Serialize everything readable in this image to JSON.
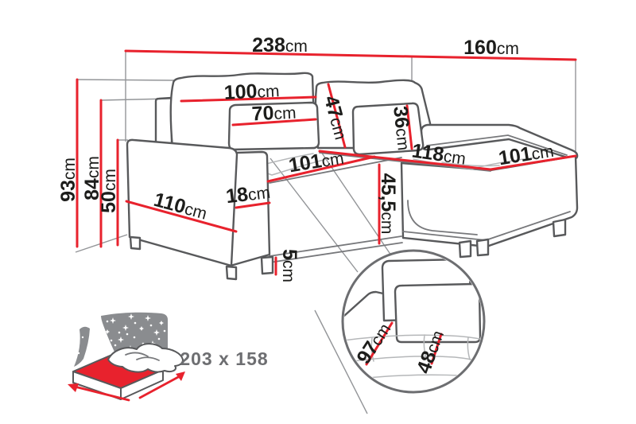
{
  "diagram": {
    "title": "corner-sofa-dimensions",
    "unit": "cm",
    "colors": {
      "dimension_line": "#e8222d",
      "outline": "#58595b",
      "helper_line": "#939598",
      "label_text": "#1d1d1b",
      "canopy_gray": "#8a8c8f",
      "sleeping_text": "#6d6e71",
      "background": "#ffffff"
    },
    "dimensions": {
      "total_width": {
        "value": "238",
        "unit": "cm"
      },
      "chaise_length": {
        "value": "160",
        "unit": "cm"
      },
      "back_cushion_width": {
        "value": "100",
        "unit": "cm"
      },
      "pillow_width": {
        "value": "70",
        "unit": "cm"
      },
      "back_cushion_height": {
        "value": "47",
        "unit": "cm"
      },
      "side_pillow_height": {
        "value": "36",
        "unit": "cm"
      },
      "chaise_seat_length": {
        "value": "118",
        "unit": "cm"
      },
      "chaise_width": {
        "value": "101",
        "unit": "cm"
      },
      "seat_width": {
        "value": "101",
        "unit": "cm"
      },
      "armrest_width": {
        "value": "18",
        "unit": "cm"
      },
      "armrest_depth": {
        "value": "110",
        "unit": "cm"
      },
      "total_height": {
        "value": "93",
        "unit": "cm"
      },
      "back_height": {
        "value": "84",
        "unit": "cm"
      },
      "armrest_height": {
        "value": "50",
        "unit": "cm"
      },
      "seat_height": {
        "value": "45,5",
        "unit": "cm"
      },
      "leg_height": {
        "value": "5",
        "unit": "cm"
      },
      "detail_seat_depth": {
        "value": "97",
        "unit": "cm"
      },
      "detail_seat_width": {
        "value": "48",
        "unit": "cm"
      }
    },
    "sleeping_area": {
      "label": "203 x 158"
    }
  }
}
